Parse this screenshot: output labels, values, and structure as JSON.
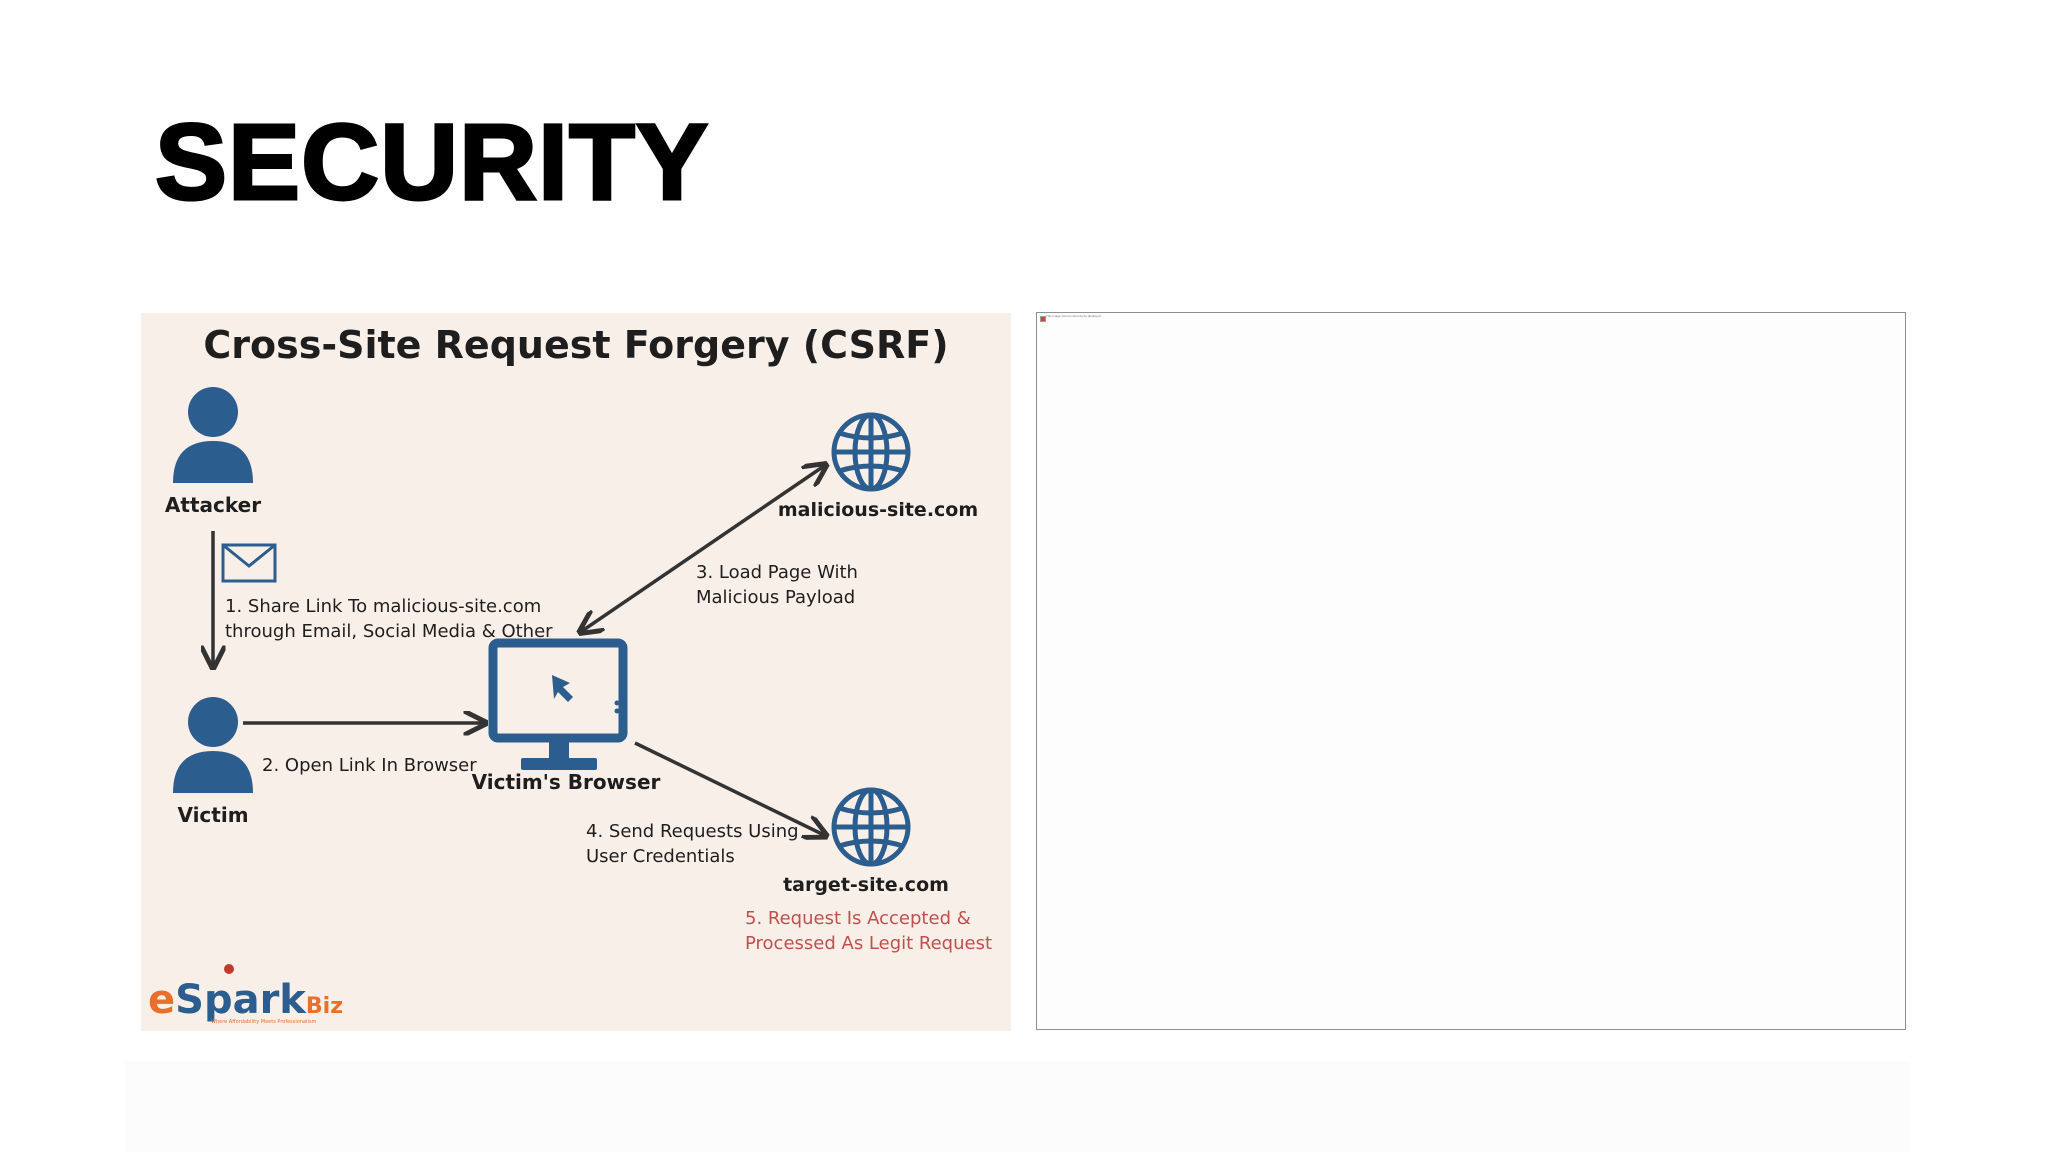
{
  "slide": {
    "title": "SECURITY"
  },
  "diagram": {
    "title": "Cross-Site Request Forgery (CSRF)",
    "nodes": {
      "attacker": "Attacker",
      "victim": "Victim",
      "browser": "Victim's Browser",
      "malicious_site": "malicious-site.com",
      "target_site": "target-site.com"
    },
    "steps": {
      "step1_line1": "1. Share Link To malicious-site.com",
      "step1_line2": "through Email, Social Media & Other",
      "step2": "2. Open Link In Browser",
      "step3_line1": "3. Load Page With",
      "step3_line2": "Malicious Payload",
      "step4_line1": "4. Send Requests Using",
      "step4_line2": "User Credentials",
      "step5_line1": "5. Request Is Accepted &",
      "step5_line2": "Processed As Legit Request"
    },
    "logo": {
      "text_e": "e",
      "text_spark": "Spark",
      "text_biz": "Biz",
      "tagline": "Where Affordability Meets Professionalism"
    },
    "colors": {
      "icon_blue": "#2b5d8e",
      "text": "#1e1e1e",
      "accent_red": "#c0504d",
      "arrow": "#333333",
      "panel_bg": "#f9efe9",
      "logo_orange": "#e8702a"
    }
  },
  "placeholder_panel": {
    "caption": "This image cannot currently be displayed."
  }
}
